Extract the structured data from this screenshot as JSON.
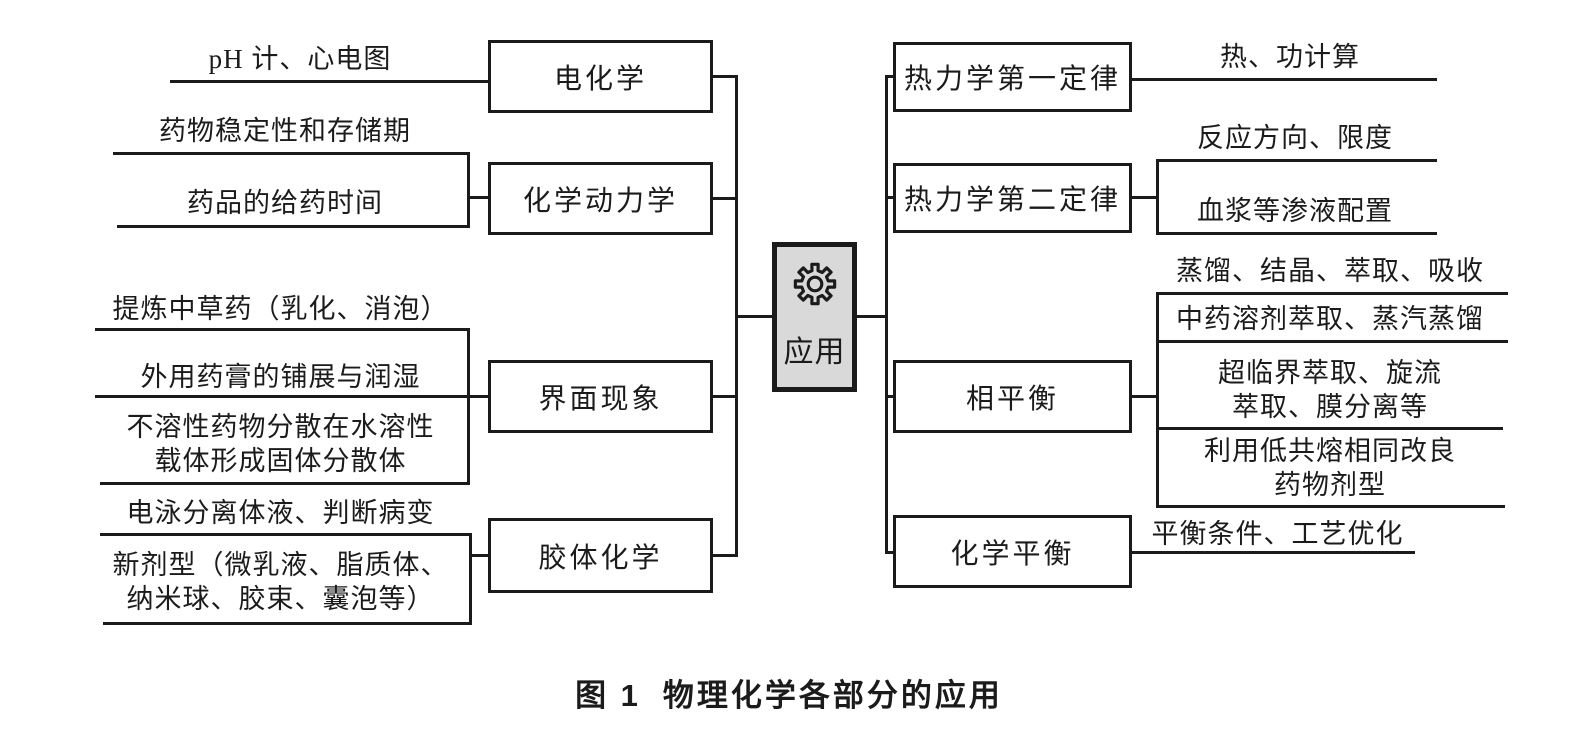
{
  "diagram": {
    "title_caption": {
      "figure_label": "图 1",
      "figure_title": "物理化学各部分的应用"
    },
    "center": {
      "label": "应用",
      "icon": "gear-icon"
    },
    "left_branches": [
      {
        "label": "电化学",
        "leaves": [
          {
            "lines": [
              "pH 计、心电图"
            ]
          }
        ]
      },
      {
        "label": "化学动力学",
        "leaves": [
          {
            "lines": [
              "药物稳定性和存储期"
            ]
          },
          {
            "lines": [
              "药品的给药时间"
            ]
          }
        ]
      },
      {
        "label": "界面现象",
        "leaves": [
          {
            "lines": [
              "提炼中草药（乳化、消泡）"
            ]
          },
          {
            "lines": [
              "外用药膏的铺展与润湿"
            ]
          },
          {
            "lines": [
              "不溶性药物分散在水溶性",
              "载体形成固体分散体"
            ]
          }
        ]
      },
      {
        "label": "胶体化学",
        "leaves": [
          {
            "lines": [
              "电泳分离体液、判断病变"
            ]
          },
          {
            "lines": [
              "新剂型（微乳液、脂质体、",
              "纳米球、胶束、囊泡等）"
            ]
          }
        ]
      }
    ],
    "right_branches": [
      {
        "label": "热力学第一定律",
        "leaves": [
          {
            "lines": [
              "热、功计算"
            ]
          }
        ]
      },
      {
        "label": "热力学第二定律",
        "leaves": [
          {
            "lines": [
              "反应方向、限度"
            ]
          },
          {
            "lines": [
              "血浆等渗液配置"
            ]
          }
        ]
      },
      {
        "label": "相平衡",
        "leaves": [
          {
            "lines": [
              "蒸馏、结晶、萃取、吸收"
            ]
          },
          {
            "lines": [
              "中药溶剂萃取、蒸汽蒸馏"
            ]
          },
          {
            "lines": [
              "超临界萃取、旋流",
              "萃取、膜分离等"
            ]
          },
          {
            "lines": [
              "利用低共熔相同改良",
              "药物剂型"
            ]
          }
        ]
      },
      {
        "label": "化学平衡",
        "leaves": [
          {
            "lines": [
              "平衡条件、工艺优化"
            ]
          }
        ]
      }
    ],
    "colors": {
      "line": "#1b1b1b",
      "center_fill": "#d9d9d9",
      "box_fill": "#ffffff",
      "background": "#ffffff"
    }
  }
}
